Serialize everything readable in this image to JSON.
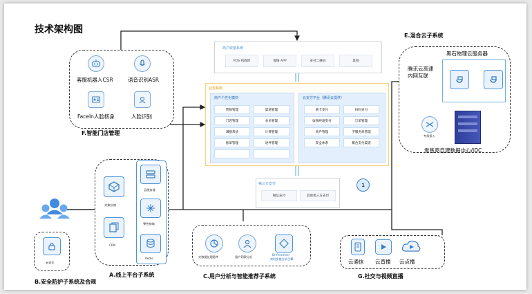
{
  "title": "技术架构图",
  "store": {
    "title": "F.智能门店管理",
    "csr": "客服机器人CSR",
    "asr": "语音识别ASR",
    "faceid": "FaceIn人脸核身",
    "face_recognition": "人脸识别"
  },
  "merchant": {
    "title": "商户收银系统",
    "items": [
      "POS 机收款",
      "收银 APP",
      "支付二维码",
      "其他"
    ]
  },
  "business": {
    "title": "业务系统",
    "personal": {
      "title": "商户个性化模块",
      "items": [
        "营销管理",
        "渠道管理",
        "门店管理",
        "会员管理",
        "满额系统",
        "计费管理",
        "账单管理",
        "进件管理",
        "",
        ""
      ]
    },
    "pay": {
      "title": "云支付平台（腾讯云提供）",
      "items": [
        "刷卡支付",
        "扫码支付",
        "收银终端支付",
        "订单管理",
        "商户管理",
        "子服务商管理",
        "安全体系",
        "聚合支付渠道"
      ]
    }
  },
  "thirdparty": {
    "title": "第三方支付",
    "items": [
      "微信支付",
      "其他第三方支付"
    ]
  },
  "badge": "1",
  "hybrid": {
    "title": "E.混合云子系统",
    "blackstone": "黑石物理云服务器",
    "intranet_line1": "腾讯云高速",
    "intranet_line2": "内网互联",
    "dedicated": "专线接入",
    "idc": "零售商自建数据中心/IDC"
  },
  "platform": {
    "title": "A.线上平台子系统",
    "object_storage": "对象存储",
    "cdn": "CDN",
    "cloud_server": "云服务器",
    "elastic": "弹性伸缩",
    "redis": "Redis"
  },
  "security": {
    "title": "B.安全防护子系统及合规",
    "cloud_security": "云安全"
  },
  "analytics": {
    "title": "C.用户分析与智能推荐子系统",
    "bigdata": "大数据处理套件",
    "insight": "用户洞察分析",
    "di_line1": "DI-Perceiver",
    "di_line2": "实时多维分析引擎"
  },
  "social": {
    "title": "G.社交与视频直播",
    "im": "云通信",
    "live": "云直播",
    "vod": "云点播"
  }
}
